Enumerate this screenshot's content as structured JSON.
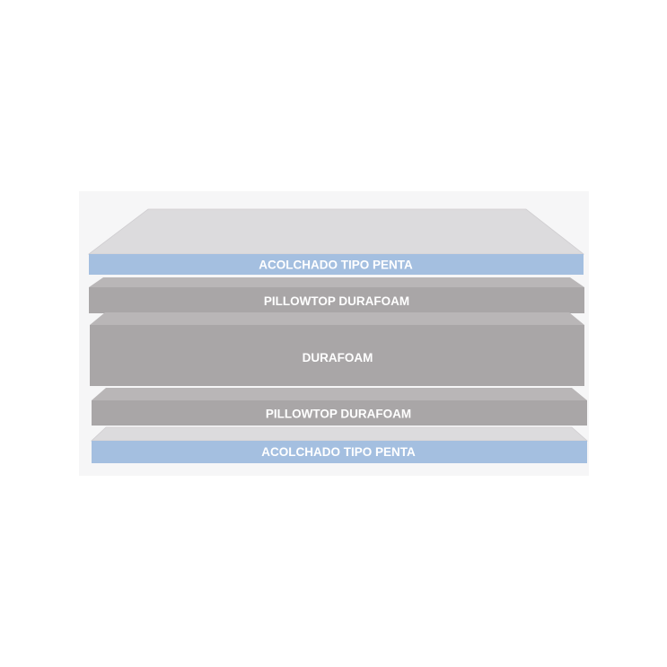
{
  "layers": [
    {
      "label": "ACOLCHADO TIPO PENTA",
      "kind": "quilting",
      "color": "#a4bfe0"
    },
    {
      "label": "PILLOWTOP DURAFOAM",
      "kind": "pillowtop",
      "color": "#a9a6a7"
    },
    {
      "label": "DURAFOAM",
      "kind": "core",
      "color": "#a9a6a7"
    },
    {
      "label": "PILLOWTOP DURAFOAM",
      "kind": "pillowtop",
      "color": "#a9a6a7"
    },
    {
      "label": "ACOLCHADO TIPO PENTA",
      "kind": "quilting",
      "color": "#a4bfe0"
    }
  ],
  "colors": {
    "top_face": "#dcdbdd",
    "foam_face": "#b9b6b7",
    "foam_front": "#a9a6a7",
    "blue_band": "#a4bfe0",
    "backdrop": "#f6f6f7"
  }
}
